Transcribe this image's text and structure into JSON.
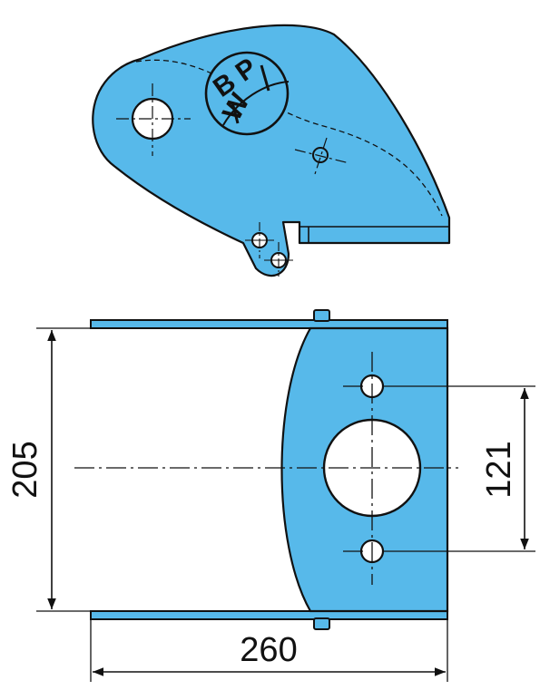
{
  "colors": {
    "part_fill": "#57b9ea",
    "outline": "#111111",
    "background": "#ffffff"
  },
  "logo": {
    "text_top": "B P",
    "text_bottom": "W"
  },
  "dimensions": {
    "height": "205",
    "width": "260",
    "hole_spacing": "121"
  }
}
